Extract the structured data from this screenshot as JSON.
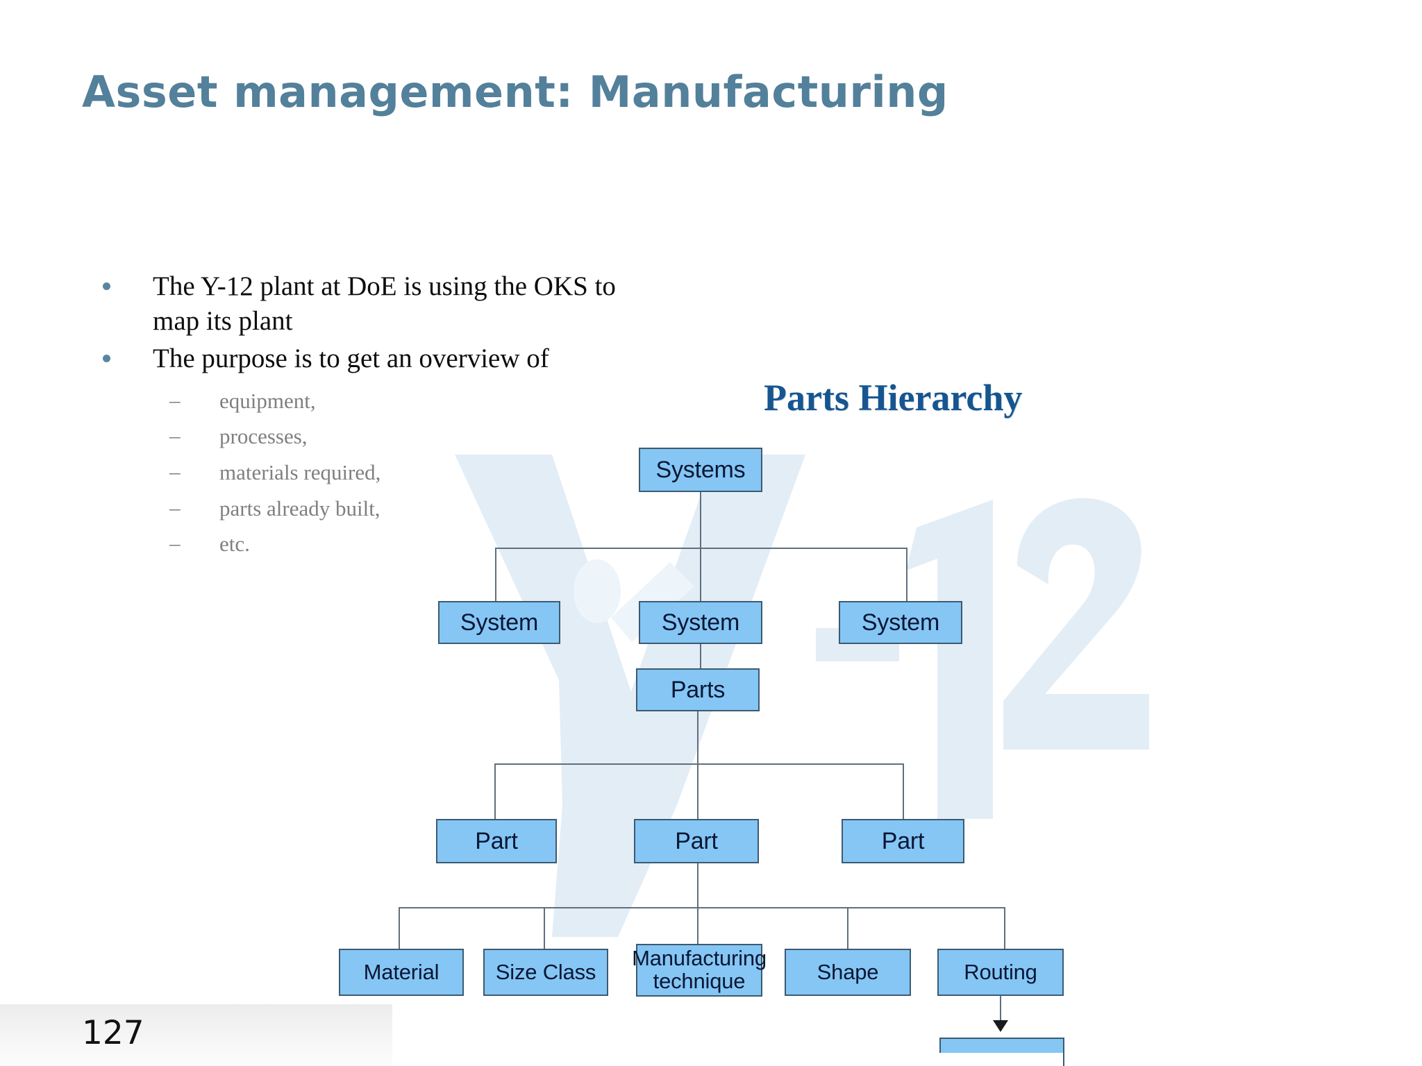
{
  "slide": {
    "title": "Asset management: Manufacturing",
    "page_number": "127",
    "background_color": "#ffffff",
    "title_color": "#53809A",
    "watermark_text": "Y-12",
    "watermark_color": "#E2EDF5"
  },
  "bullets": {
    "level1": [
      {
        "text": "The Y-12 plant at DoE is using the OKS to map its plant"
      },
      {
        "text": "The purpose is to get an overview of"
      }
    ],
    "level2": [
      {
        "marker": "–",
        "text": "equipment,"
      },
      {
        "marker": "–",
        "text": "processes,"
      },
      {
        "marker": "–",
        "text": "materials required,"
      },
      {
        "marker": "–",
        "text": "parts already built,"
      },
      {
        "marker": "–",
        "text": "etc."
      }
    ],
    "bullet_color": "#5A85A0",
    "level2_color": "#7F7F7F"
  },
  "chart_data": {
    "type": "diagram",
    "title": "Parts Hierarchy",
    "title_color": "#17558F",
    "node_fill": "#85C6F5",
    "node_border": "#3D5A70",
    "node_text_color": "#0A1733",
    "connector_color": "#5F6F7E",
    "levels": [
      {
        "level": 0,
        "nodes": [
          {
            "id": "systems",
            "label": "Systems"
          }
        ]
      },
      {
        "level": 1,
        "nodes": [
          {
            "id": "system-left",
            "label": "System"
          },
          {
            "id": "system-center",
            "label": "System"
          },
          {
            "id": "system-right",
            "label": "System"
          }
        ]
      },
      {
        "level": 2,
        "nodes": [
          {
            "id": "parts",
            "label": "Parts"
          }
        ]
      },
      {
        "level": 3,
        "nodes": [
          {
            "id": "part-left",
            "label": "Part"
          },
          {
            "id": "part-center",
            "label": "Part"
          },
          {
            "id": "part-right",
            "label": "Part"
          }
        ]
      },
      {
        "level": 4,
        "nodes": [
          {
            "id": "material",
            "label": "Material"
          },
          {
            "id": "size-class",
            "label": "Size Class"
          },
          {
            "id": "manufacturing-technique",
            "label": "Manufacturing technique"
          },
          {
            "id": "shape",
            "label": "Shape"
          },
          {
            "id": "routing",
            "label": "Routing"
          }
        ]
      },
      {
        "level": 5,
        "nodes": [
          {
            "id": "routing-child-cropped",
            "label": ""
          }
        ]
      }
    ],
    "edges": [
      {
        "from": "systems",
        "to": "system-left"
      },
      {
        "from": "systems",
        "to": "system-center"
      },
      {
        "from": "systems",
        "to": "system-right"
      },
      {
        "from": "system-center",
        "to": "parts"
      },
      {
        "from": "parts",
        "to": "part-left"
      },
      {
        "from": "parts",
        "to": "part-center"
      },
      {
        "from": "parts",
        "to": "part-right"
      },
      {
        "from": "part-center",
        "to": "material"
      },
      {
        "from": "part-center",
        "to": "size-class"
      },
      {
        "from": "part-center",
        "to": "manufacturing-technique"
      },
      {
        "from": "part-center",
        "to": "shape"
      },
      {
        "from": "part-center",
        "to": "routing"
      },
      {
        "from": "routing",
        "to": "routing-child-cropped",
        "arrow": true
      }
    ]
  }
}
